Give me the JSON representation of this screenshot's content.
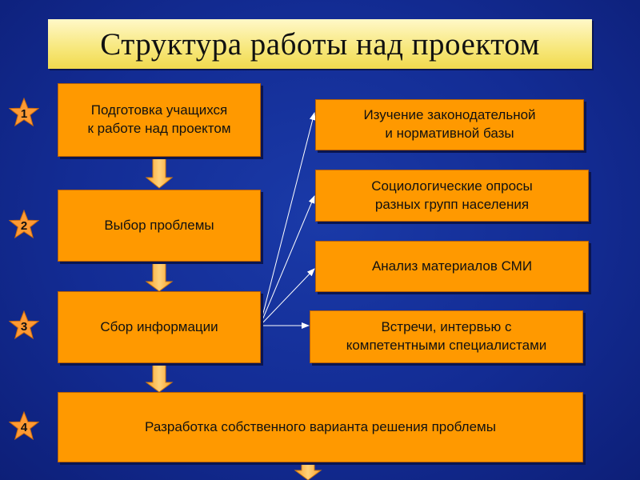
{
  "title": "Структура работы над проектом",
  "steps": [
    {
      "num": "1",
      "label": "Подготовка учащихся\nк работе над проектом"
    },
    {
      "num": "2",
      "label": "Выбор проблемы"
    },
    {
      "num": "3",
      "label": "Сбор информации"
    },
    {
      "num": "4",
      "label": "Разработка собственного варианта решения проблемы"
    }
  ],
  "sources": [
    "Изучение законодательной\nи нормативной базы",
    "Социологические опросы\nразных групп населения",
    "Анализ материалов СМИ",
    "Встречи, интервью с\nкомпетентными специалистами"
  ],
  "colors": {
    "box": "#ff9900",
    "star": "#ff9a33",
    "background": "#132c94",
    "title": "#f7e77a"
  }
}
